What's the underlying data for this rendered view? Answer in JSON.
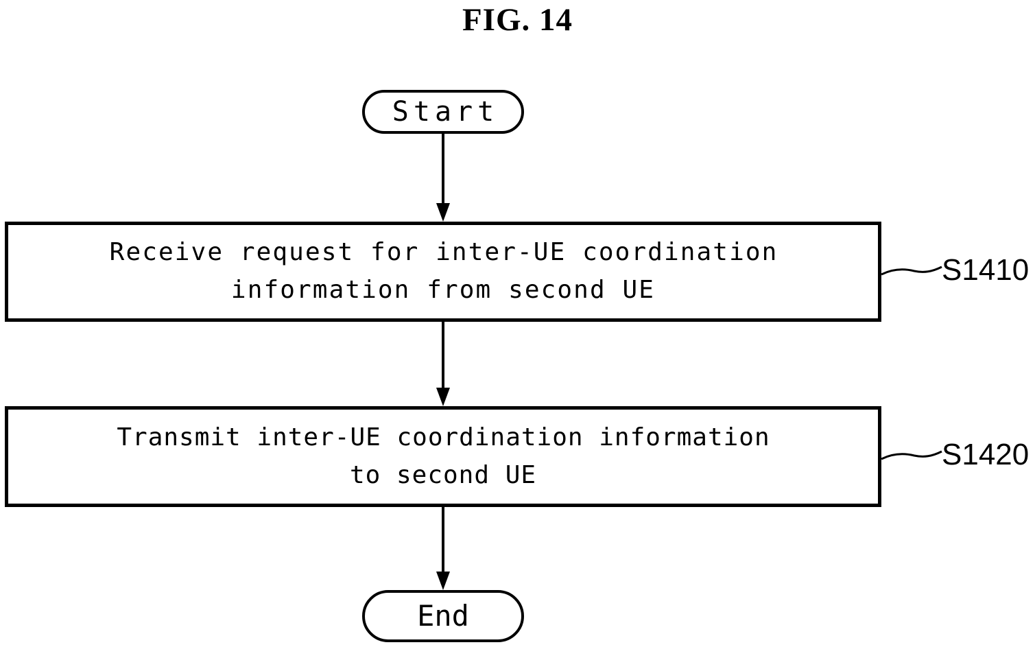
{
  "figure": {
    "title": "FIG. 14",
    "type": "flowchart",
    "line_color": "#000000",
    "background_color": "#ffffff"
  },
  "nodes": {
    "start": {
      "label": "Start",
      "shape": "stadium"
    },
    "step_1410": {
      "label": "Receive request for inter-UE coordination\ninformation from second UE",
      "shape": "rectangle",
      "reference": "S1410"
    },
    "step_1420": {
      "label": "Transmit inter-UE coordination information\nto second UE",
      "shape": "rectangle",
      "reference": "S1420"
    },
    "end": {
      "label": "End",
      "shape": "stadium"
    }
  },
  "connectors": [
    {
      "from": "start",
      "to": "step_1410",
      "arrow": "down"
    },
    {
      "from": "step_1410",
      "to": "step_1420",
      "arrow": "down"
    },
    {
      "from": "step_1420",
      "to": "end",
      "arrow": "down"
    }
  ]
}
